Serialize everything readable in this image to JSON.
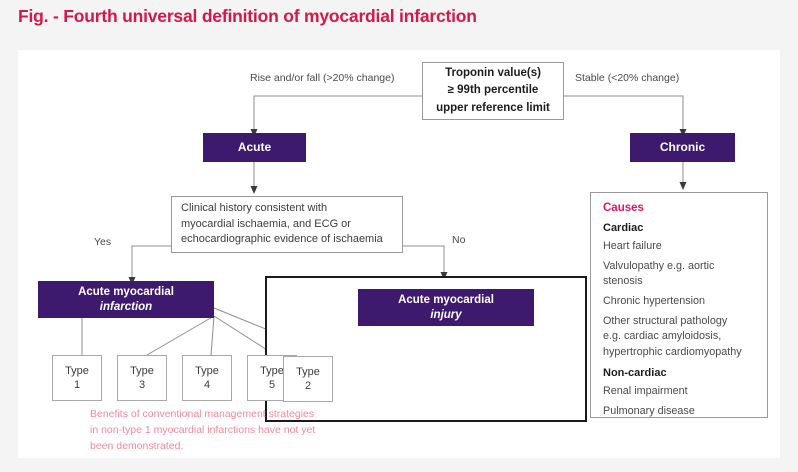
{
  "figure": {
    "title": "Fig. - Fourth universal definition of myocardial infarction",
    "title_color": "#d1194b",
    "accent_purple": "#3e1a6e",
    "accent_pink": "#e8136a",
    "footnote_color": "#f08a9a"
  },
  "nodes": {
    "troponin": {
      "line1": "Troponin value(s)",
      "line2": "≥ 99th percentile",
      "line3": "upper reference limit"
    },
    "acute": {
      "label": "Acute"
    },
    "chronic": {
      "label": "Chronic"
    },
    "clinical": {
      "line1": "Clinical history consistent with",
      "line2": "myocardial ischaemia, and ECG or",
      "line3": "echocardiographic evidence of ischaemia"
    },
    "infarction": {
      "line1": "Acute myocardial",
      "line2": "infarction"
    },
    "injury": {
      "line1": "Acute myocardial",
      "line2": "injury"
    }
  },
  "edge_labels": {
    "rise_fall": "Rise and/or fall (>20% change)",
    "stable": "Stable (<20% change)",
    "yes": "Yes",
    "no": "No"
  },
  "types": [
    {
      "word": "Type",
      "num": "1"
    },
    {
      "word": "Type",
      "num": "3"
    },
    {
      "word": "Type",
      "num": "4"
    },
    {
      "word": "Type",
      "num": "5"
    },
    {
      "word": "Type",
      "num": "2"
    }
  ],
  "causes": {
    "heading": "Causes",
    "group_cardiac": "Cardiac",
    "cardiac_items": [
      "Heart failure",
      "Valvulopathy e.g. aortic stenosis",
      "Chronic hypertension",
      "Other structural pathology"
    ],
    "cardiac_item_wrap_a": "e.g. cardiac amyloidosis,",
    "cardiac_item_wrap_b": "hypertrophic cardiomyopathy",
    "group_noncardiac": "Non-cardiac",
    "noncardiac_items": [
      "Renal impairment",
      "Pulmonary disease"
    ]
  },
  "footnote": {
    "line1": "Benefits of conventional management strategies",
    "line2": "in non-type 1 myocardial infarctions have not yet",
    "line3": "been demonstrated."
  }
}
